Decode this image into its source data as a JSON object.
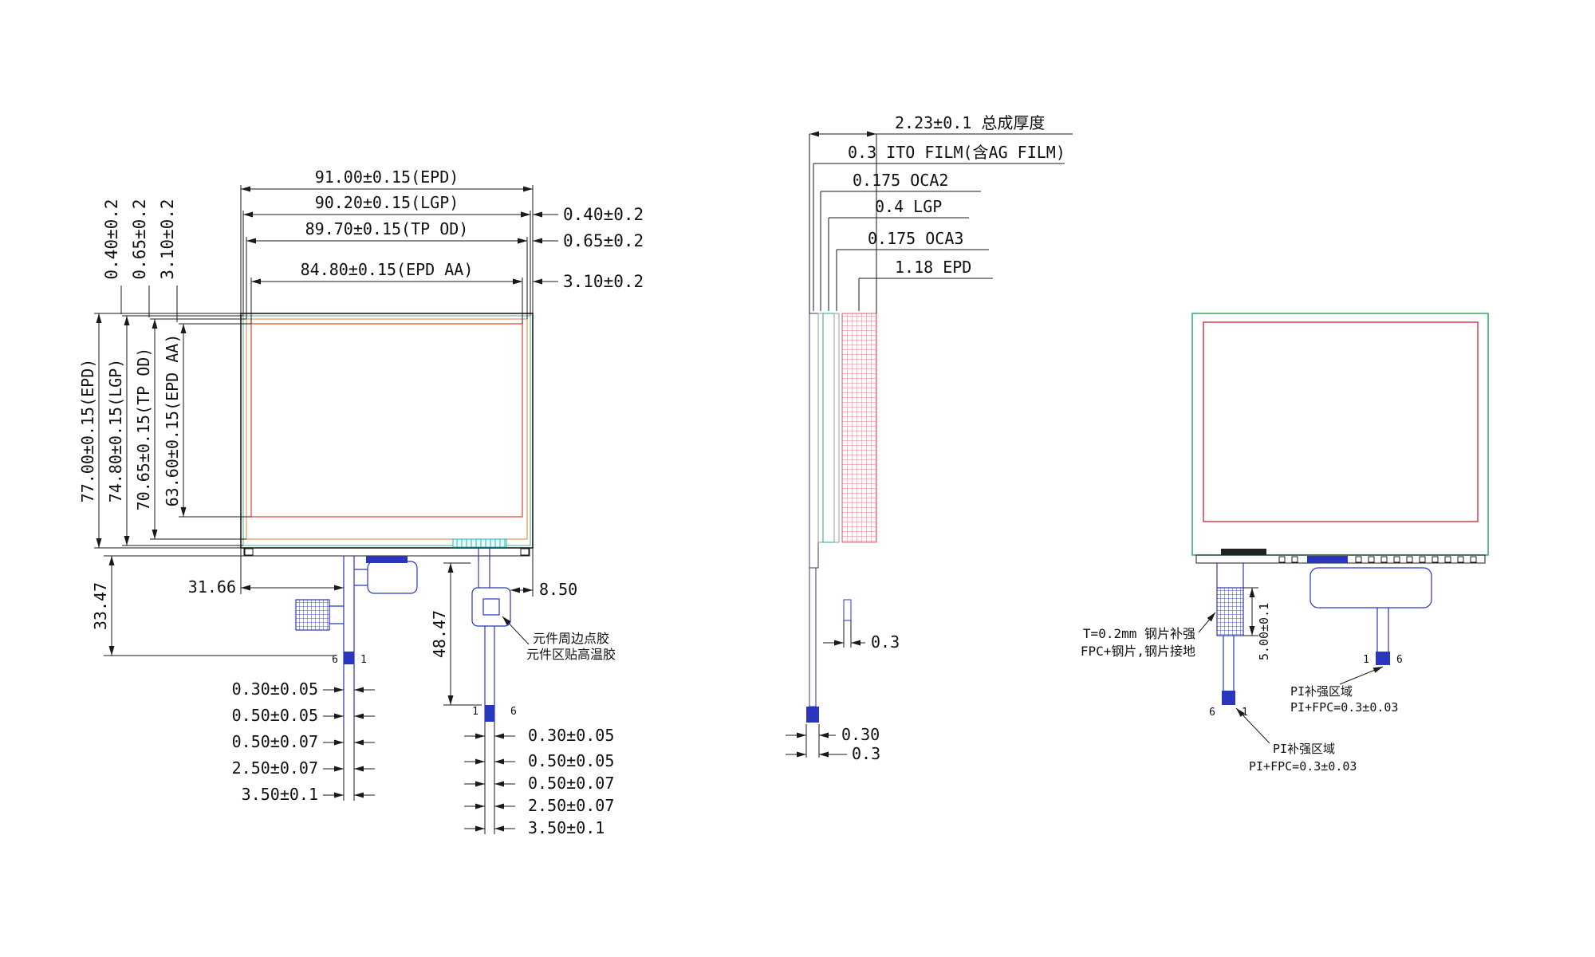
{
  "front": {
    "top_dims": [
      "91.00±0.15(EPD)",
      "90.20±0.15(LGP)",
      "89.70±0.15(TP OD)",
      "84.80±0.15(EPD AA)"
    ],
    "right_offsets": [
      "0.40±0.2",
      "0.65±0.2",
      "3.10±0.2"
    ],
    "top_left_offsets": [
      "0.40±0.2",
      "0.65±0.2",
      "3.10±0.2"
    ],
    "left_dims": [
      "77.00±0.15(EPD)",
      "74.80±0.15(LGP)",
      "70.65±0.15(TP OD)",
      "63.60±0.15(EPD AA)"
    ],
    "bottom_left_width": "31.66",
    "bottom_left_height": "33.47",
    "bottom_right_width": "8.50",
    "fpc_drop_height": "48.47",
    "glue_note": [
      "元件周边点胶",
      "元件区贴高温胶"
    ],
    "fpc_left_dims": [
      "0.30±0.05",
      "0.50±0.05",
      "0.50±0.07",
      "2.50±0.07",
      "3.50±0.1"
    ],
    "fpc_right_dims": [
      "0.30±0.05",
      "0.50±0.05",
      "0.50±0.07",
      "2.50±0.07",
      "3.50±0.1"
    ],
    "fpc_left_pins": [
      "6",
      "1"
    ],
    "fpc_right_pins": [
      "1",
      "6"
    ]
  },
  "section": {
    "total": "2.23±0.1 总成厚度",
    "layers": [
      "0.3 ITO FILM(含AG FILM)",
      "0.175  OCA2",
      "0.4 LGP",
      "0.175  OCA3",
      "1.18 EPD"
    ],
    "mid_dim": "0.3",
    "bottom_dims": [
      "0.30",
      "0.3"
    ]
  },
  "back": {
    "steel_note": [
      "T=0.2mm 钢片补强",
      "FPC+钢片,钢片接地"
    ],
    "steel_height": "5.00±0.1",
    "pi_note_right": [
      "PI补强区域",
      "PI+FPC=0.3±0.03"
    ],
    "pi_note_left": [
      "PI补强区域",
      "PI+FPC=0.3±0.03"
    ],
    "fpc_right_pins": [
      "1",
      "6"
    ],
    "fpc_left_pins": [
      "6",
      "1"
    ]
  },
  "colors": {
    "fpc_blue": "#2a35c0",
    "panel_green": "#3fae72",
    "aa_red": "#cc3344",
    "tp_orange": "#e0813a",
    "epd_hatch_pink": "#e8909e",
    "connector_cyan": "#23b5b5"
  }
}
